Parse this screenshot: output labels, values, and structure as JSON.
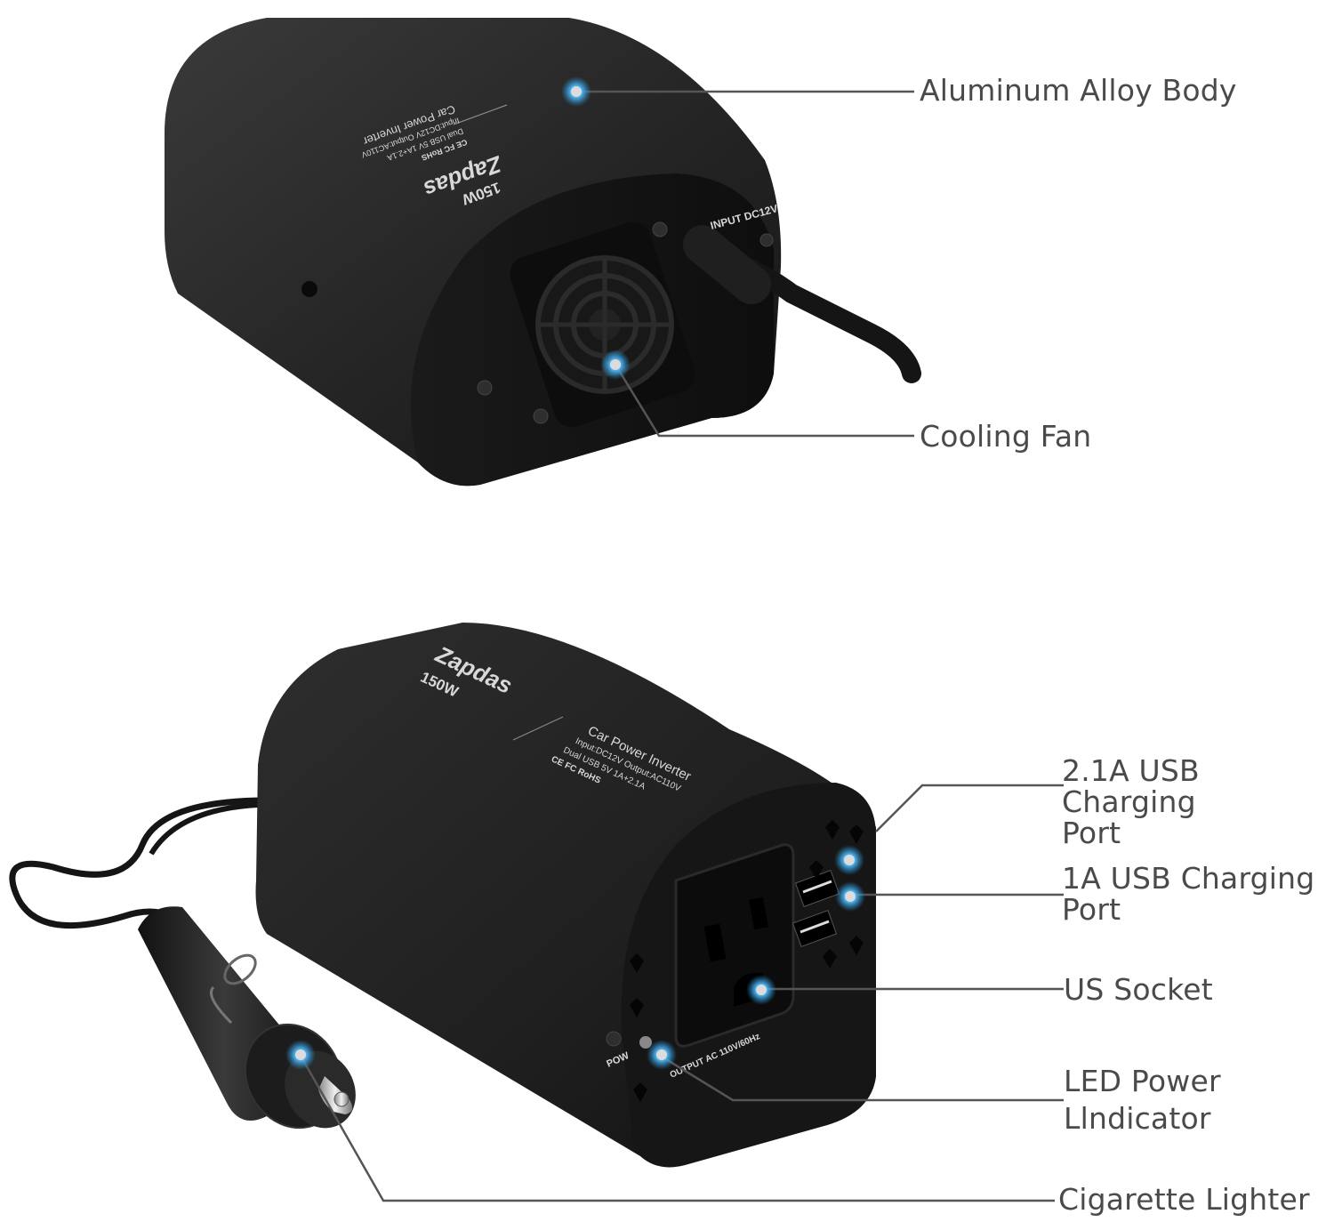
{
  "callouts": {
    "top_product": [
      {
        "id": "aluminum-alloy-body",
        "label": "Aluminum Alloy Body"
      },
      {
        "id": "cooling-fan",
        "label": "Cooling Fan"
      }
    ],
    "bottom_product": [
      {
        "id": "usb-2-1a-port",
        "line1": "2.1A USB Charging",
        "line2": "Port"
      },
      {
        "id": "usb-1a-port",
        "line1": "1A USB Charging",
        "line2": "Port"
      },
      {
        "id": "us-socket",
        "label": "US Socket"
      },
      {
        "id": "led-power-indicator",
        "line1": "LED Power",
        "line2": "Llndicator"
      },
      {
        "id": "cigarette-lighter",
        "label": "Cigarette Lighter"
      }
    ]
  },
  "product_markings": {
    "brand": "Zapdas",
    "wattage": "150W",
    "title": "Car Power Inverter",
    "input_output": "Input:DC12V   Output:AC110V",
    "usb_spec": "Dual USB 5V 1A+2.1A",
    "certs": "CE FC RoHS",
    "input_port_label": "INPUT DC12V",
    "output_label": "OUTPUT AC 110V/60Hz",
    "pow_label": "POW"
  },
  "colors": {
    "label_text": "#4a4a4a",
    "leader_line": "#555555",
    "callout_glow": "#1e90d6",
    "device_body": "#1c1c1c"
  }
}
